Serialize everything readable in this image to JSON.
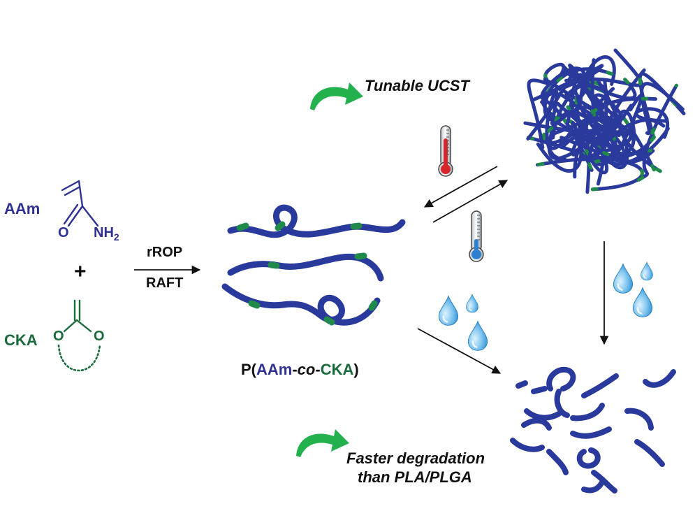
{
  "colors": {
    "polymer_blue": "#2a3a9c",
    "cka_green": "#1f8a4a",
    "monomer_blue": "#2e3192",
    "monomer_green": "#1a6b3c",
    "curved_arrow_green": "#22b14c",
    "water_blue": "#5ab0e6",
    "hot_red": "#d7262b",
    "cold_blue": "#2f7fd0",
    "text": "#111111"
  },
  "monomers": {
    "aam_label": "AAm",
    "amide_o": "O",
    "amide_nh": "NH",
    "amide_sub": "2",
    "plus": "+",
    "cka_label": "CKA",
    "ring_o_left": "O",
    "ring_o_right": "O"
  },
  "reaction": {
    "top_label": "rROP",
    "bottom_label": "RAFT"
  },
  "copolymer": {
    "prefix": "P(",
    "aam": "AAm",
    "dash1": "-",
    "co": "co",
    "dash2": "-",
    "cka": "CKA",
    "suffix": ")"
  },
  "annotations": {
    "ucst": "Tunable UCST",
    "degradation_line1": "Faster degradation",
    "degradation_line2": "than PLA/PLGA"
  },
  "icons": {
    "hot": "thermometer-hot-icon",
    "cold": "thermometer-cold-icon",
    "water": "water-drop-icon",
    "curved_arrow": "curved-arrow-icon"
  }
}
